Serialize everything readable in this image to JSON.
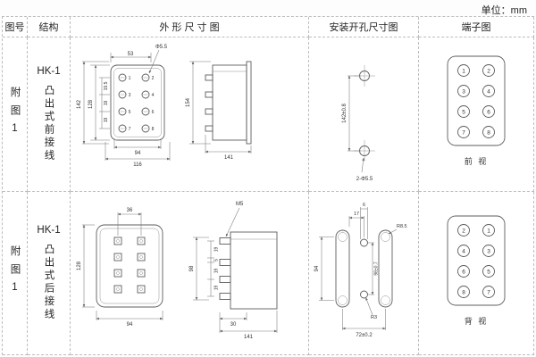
{
  "unit_label": "单位：mm",
  "headers": {
    "fig": "图号",
    "structure": "结构",
    "outline": "外 形 尺 寸 图",
    "mounting": "安装开孔尺寸图",
    "terminal": "端子图"
  },
  "row1": {
    "fig": "附图1",
    "model": "HK-1",
    "structure": "凸出式前接线",
    "outline": {
      "top_width": "53",
      "hole_dia": "Φ5.5",
      "h_overall": "142",
      "h_body": "128",
      "pitch": [
        "19.5",
        "19",
        "19"
      ],
      "w_inner": "94",
      "w_overall": "116",
      "side_height": "154",
      "side_depth": "141",
      "terminals": [
        "1",
        "2",
        "3",
        "4",
        "5",
        "6",
        "7",
        "8"
      ]
    },
    "mounting": {
      "spacing": "142±0.8",
      "holes": "2-Φ5.5"
    },
    "terminal": {
      "cells": [
        "1",
        "2",
        "3",
        "4",
        "5",
        "6",
        "7",
        "8"
      ],
      "view": "前 视"
    }
  },
  "row2": {
    "fig": "附图1",
    "model": "HK-1",
    "structure": "凸出式后接线",
    "outline": {
      "top_width": "36",
      "screw": "M5",
      "h_body": "128",
      "w_inner": "94",
      "side_height": "98",
      "pitch": [
        "19",
        "5",
        "19",
        "19"
      ],
      "depth_small": "30",
      "side_depth": "141"
    },
    "mounting": {
      "top_a": "17",
      "top_b": "6",
      "radius_slot": "R8.5",
      "left_h": "94",
      "mid_v": "98±0.7",
      "radius_small": "R3",
      "bottom_w": "72±0.2"
    },
    "terminal": {
      "cells": [
        "2",
        "1",
        "4",
        "3",
        "6",
        "5",
        "8",
        "7"
      ],
      "view": "背 视"
    }
  }
}
